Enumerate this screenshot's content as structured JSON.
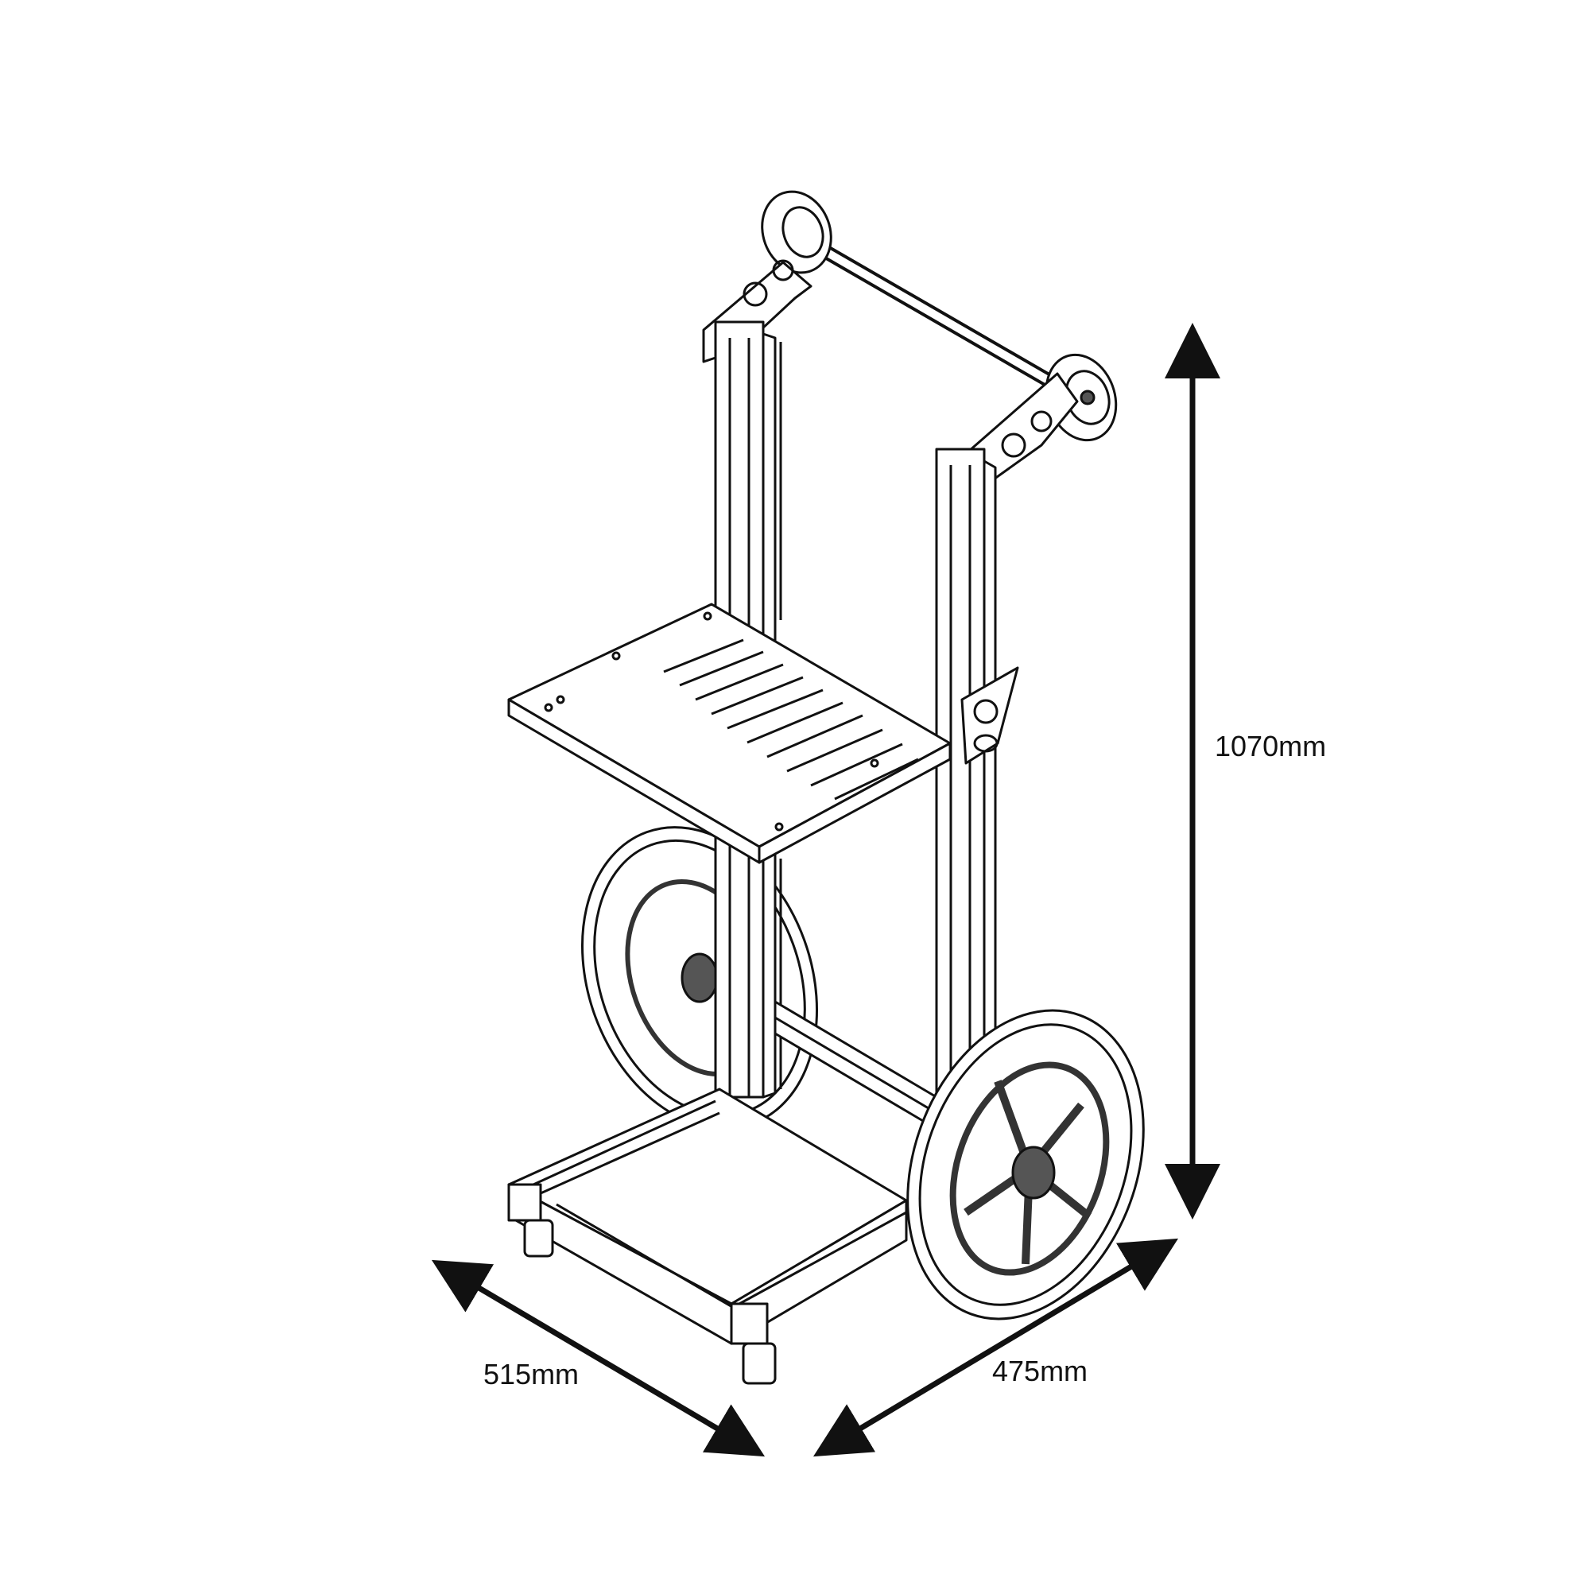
{
  "dimensions": {
    "height": "1070mm",
    "depth": "515mm",
    "width": "475mm"
  },
  "colors": {
    "line": "#111111",
    "background": "#ffffff",
    "wheel_fill": "#555555"
  }
}
